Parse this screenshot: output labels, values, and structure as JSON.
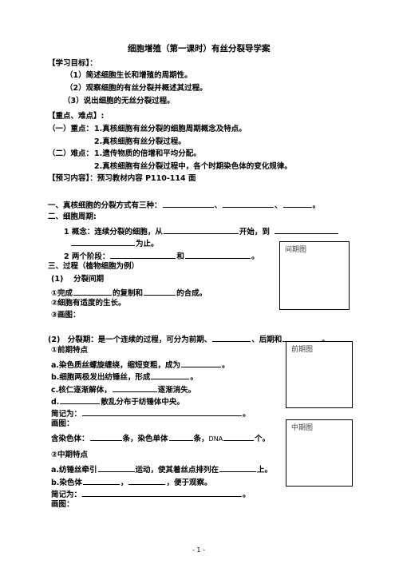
{
  "title": "细胞增殖（第一课时）有丝分裂导学案",
  "objectives": {
    "header": "【学习目标】：",
    "items": [
      "（1）简述细胞生长和增殖的周期性。",
      "（2）观察细胞的有丝分裂并概述其过程。",
      "（3）说出细胞的无丝分裂过程。"
    ]
  },
  "keypoints": {
    "header": "【重点、难点】:",
    "zhongdian_label": "（一）重点：",
    "zhongdian": [
      "1.真核细胞有丝分裂的细胞周期概念及特点。",
      "2.真核细胞有丝分裂过程。"
    ],
    "nandian_label": "（二）难点：",
    "nandian": [
      "1.遗传物质的倍增和平均分配。",
      "2.真核细胞有丝分裂过程中，各个时期染色体的变化规律。"
    ]
  },
  "preview": {
    "label": "【预习内容】：",
    "text": "预习教材内容 P110-114 面"
  },
  "section1": {
    "text": "一、真核细胞的分裂方式有三种：",
    "sep1": "、",
    "sep2": "、",
    "end": "。"
  },
  "section2": {
    "header": "二、细胞周期:",
    "concept_a": "1 概念：连续分裂的细胞，从",
    "concept_b": "开始，到",
    "concept_c": "为止。",
    "stages_a": "2 两个阶段：",
    "stages_b": "和",
    "stages_end": "。"
  },
  "section3": {
    "header": "三、过程（植物细胞为例）",
    "interphase": {
      "title": "(1)　 分裂间期",
      "line1_a": "①完成",
      "line1_b": "的复制和",
      "line1_c": "的合成。",
      "line2": "②细胞有适度的生长。",
      "line3": "③画图："
    },
    "mitosis": {
      "intro_a": "(2)　分裂期：是一个连续的过程，可分为前期、",
      "intro_b": "、后期和",
      "intro_end": "。",
      "prophase": {
        "title": "①前期特点",
        "a_a": "a.染色质丝螺旋缠绕，缩短变粗，成为",
        "a_end": "。",
        "b_a": "b.细胞两极发出纺锤丝，形成",
        "b_end": "。",
        "c_a": "c.核仁逐渐解体，",
        "c_b": "逐渐消失。",
        "d_a": "d.",
        "d_b": "散乱分布于纺锤体中央。",
        "summary": "简记为：",
        "summary_end": "。",
        "draw": "画图：",
        "count_a": "含染色体：",
        "count_b": "条，染色单体",
        "count_c": "条，",
        "count_dna": "DNA",
        "count_d": "个。"
      },
      "metaphase": {
        "title": "②中期特点",
        "a_a": "a.纺锤丝牵引",
        "a_b": "运动，使其着丝点排列在",
        "a_c": "上。",
        "b_a": "b.染色体",
        "b_b": "，",
        "b_c": "，便于观察。",
        "summary": "简记为：",
        "summary_end": "。",
        "draw": "画图："
      }
    }
  },
  "boxes": {
    "interphase": "间期图",
    "prophase": "前期图",
    "metaphase": "中期图"
  },
  "page_number": "- 1 -"
}
